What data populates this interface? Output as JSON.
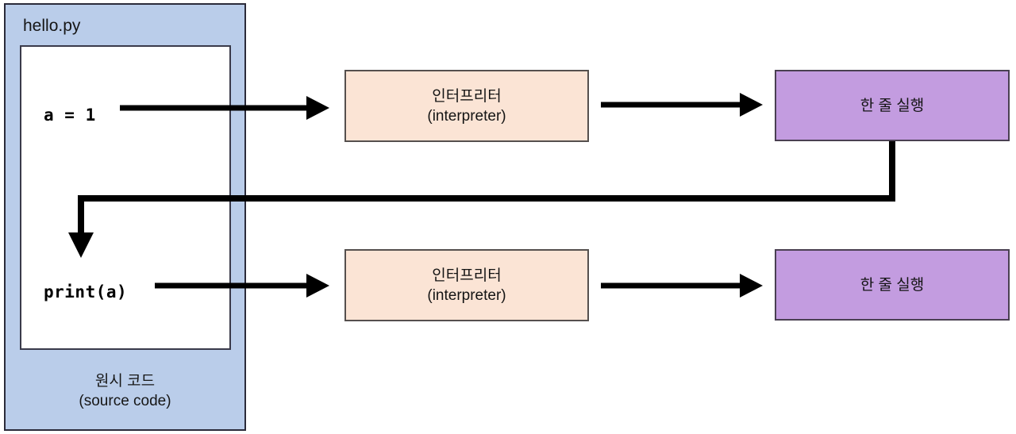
{
  "diagram": {
    "title_hidden": "",
    "source_file": {
      "filename": "hello.py",
      "caption_ko": "원시 코드",
      "caption_en": "(source code)",
      "code_lines": [
        "a = 1",
        "print(a)"
      ]
    },
    "stages": [
      {
        "row": "top",
        "interpreter": {
          "label_ko": "인터프리터",
          "label_en": "(interpreter)"
        },
        "execute": {
          "label_ko": "한 줄 실행"
        }
      },
      {
        "row": "bottom",
        "interpreter": {
          "label_ko": "인터프리터",
          "label_en": "(interpreter)"
        },
        "execute": {
          "label_ko": "한 줄 실행"
        }
      }
    ],
    "colors": {
      "source_container": "#bacdea",
      "code_box": "#ffffff",
      "interpreter_box": "#fbe4d5",
      "execute_box": "#c39ce0",
      "arrow": "#000000",
      "border": "#3a3a4a"
    },
    "arrows": [
      {
        "name": "code-line-1-to-interpreter-top",
        "from": "a = 1",
        "to": "인터프리터 (top)"
      },
      {
        "name": "interpreter-top-to-execute-top",
        "from": "인터프리터 (top)",
        "to": "한 줄 실행 (top)"
      },
      {
        "name": "execute-top-back-to-code-line-2",
        "from": "한 줄 실행 (top)",
        "to": "print(a)"
      },
      {
        "name": "code-line-2-to-interpreter-bottom",
        "from": "print(a)",
        "to": "인터프리터 (bottom)"
      },
      {
        "name": "interpreter-bottom-to-execute-bottom",
        "from": "인터프리터 (bottom)",
        "to": "한 줄 실행 (bottom)"
      }
    ]
  }
}
